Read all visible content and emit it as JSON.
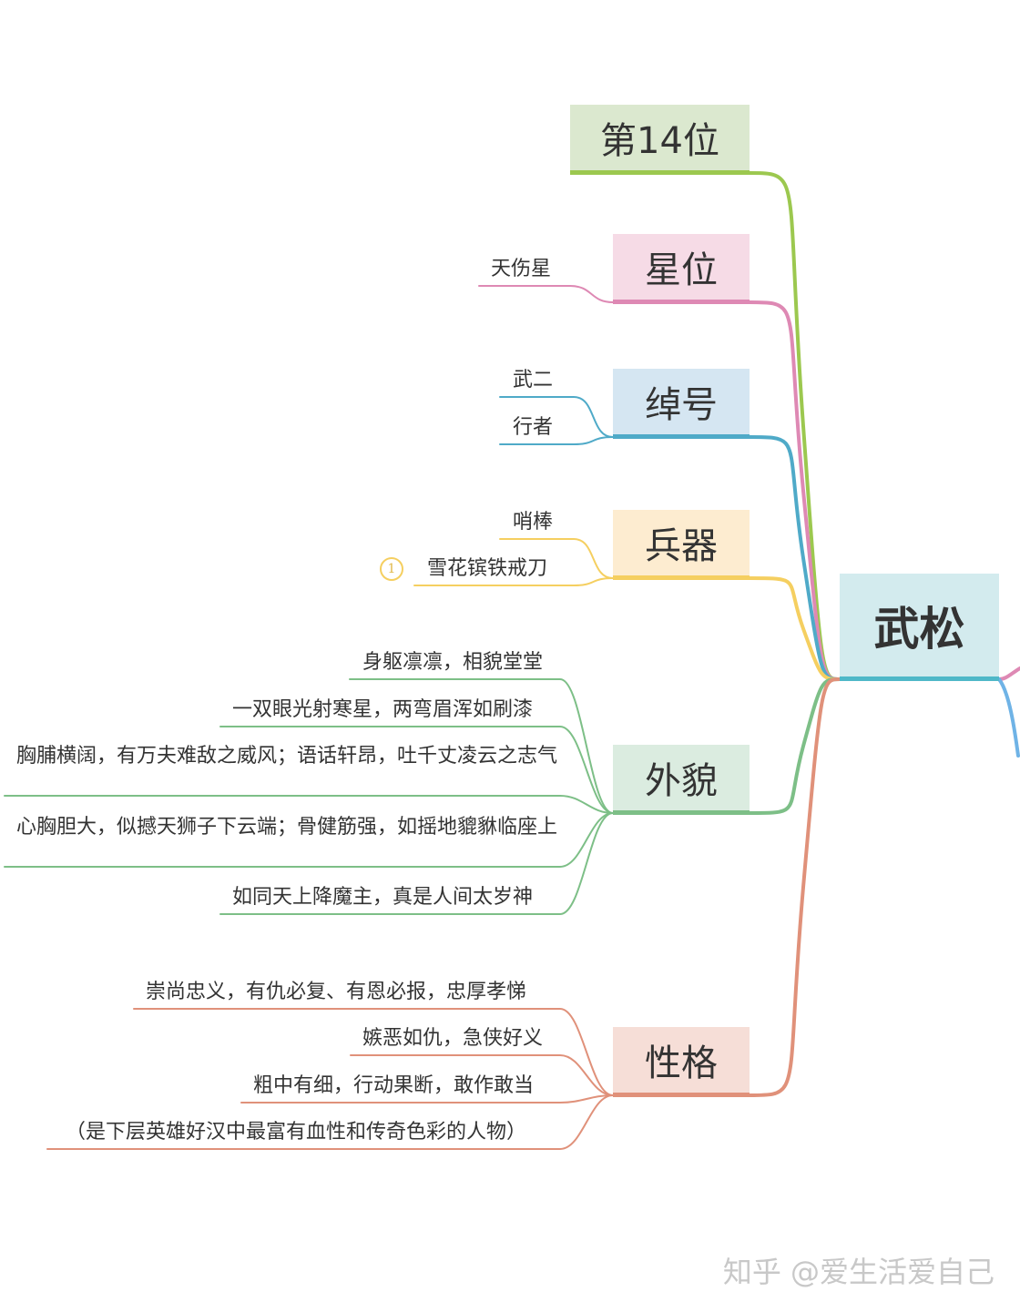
{
  "root": {
    "label": "武松",
    "color": "#d3ebee",
    "line": "#4fb8c8"
  },
  "branches": [
    {
      "id": "rank",
      "label": "第14位",
      "fill": "#dbe8cf",
      "line": "#9cc84f",
      "leaves": []
    },
    {
      "id": "star",
      "label": "星位",
      "fill": "#f6dbe6",
      "line": "#de89b4",
      "leaves": [
        "天伤星"
      ]
    },
    {
      "id": "nickname",
      "label": "绰号",
      "fill": "#d5e6f2",
      "line": "#4faac8",
      "leaves": [
        "武二",
        "行者"
      ]
    },
    {
      "id": "weapon",
      "label": "兵器",
      "fill": "#fdecd0",
      "line": "#f5cf60",
      "leaves": [
        "哨棒",
        "雪花镔铁戒刀"
      ],
      "marker": "1"
    },
    {
      "id": "appearance",
      "label": "外貌",
      "fill": "#dbece0",
      "line": "#7dbf87",
      "leaves": [
        "身躯凛凛，相貌堂堂",
        "一双眼光射寒星，两弯眉浑如刷漆",
        "胸脯横阔，有万夫难敌之威风；语话轩昂，吐千丈凌云之志气",
        "心胸胆大，似撼天狮子下云端；骨健筋强，如摇地貔貅临座上",
        "如同天上降魔主，真是人间太岁神"
      ]
    },
    {
      "id": "personality",
      "label": "性格",
      "fill": "#f6ded7",
      "line": "#e0917a",
      "leaves": [
        "崇尚忠义，有仇必复、有恩必报，忠厚孝悌",
        "嫉恶如仇，急侠好义",
        "粗中有细，行动果断，敢作敢当",
        "（是下层英雄好汉中最富有血性和传奇色彩的人物）"
      ]
    }
  ],
  "watermark": "知乎 @爱生活爱自己"
}
